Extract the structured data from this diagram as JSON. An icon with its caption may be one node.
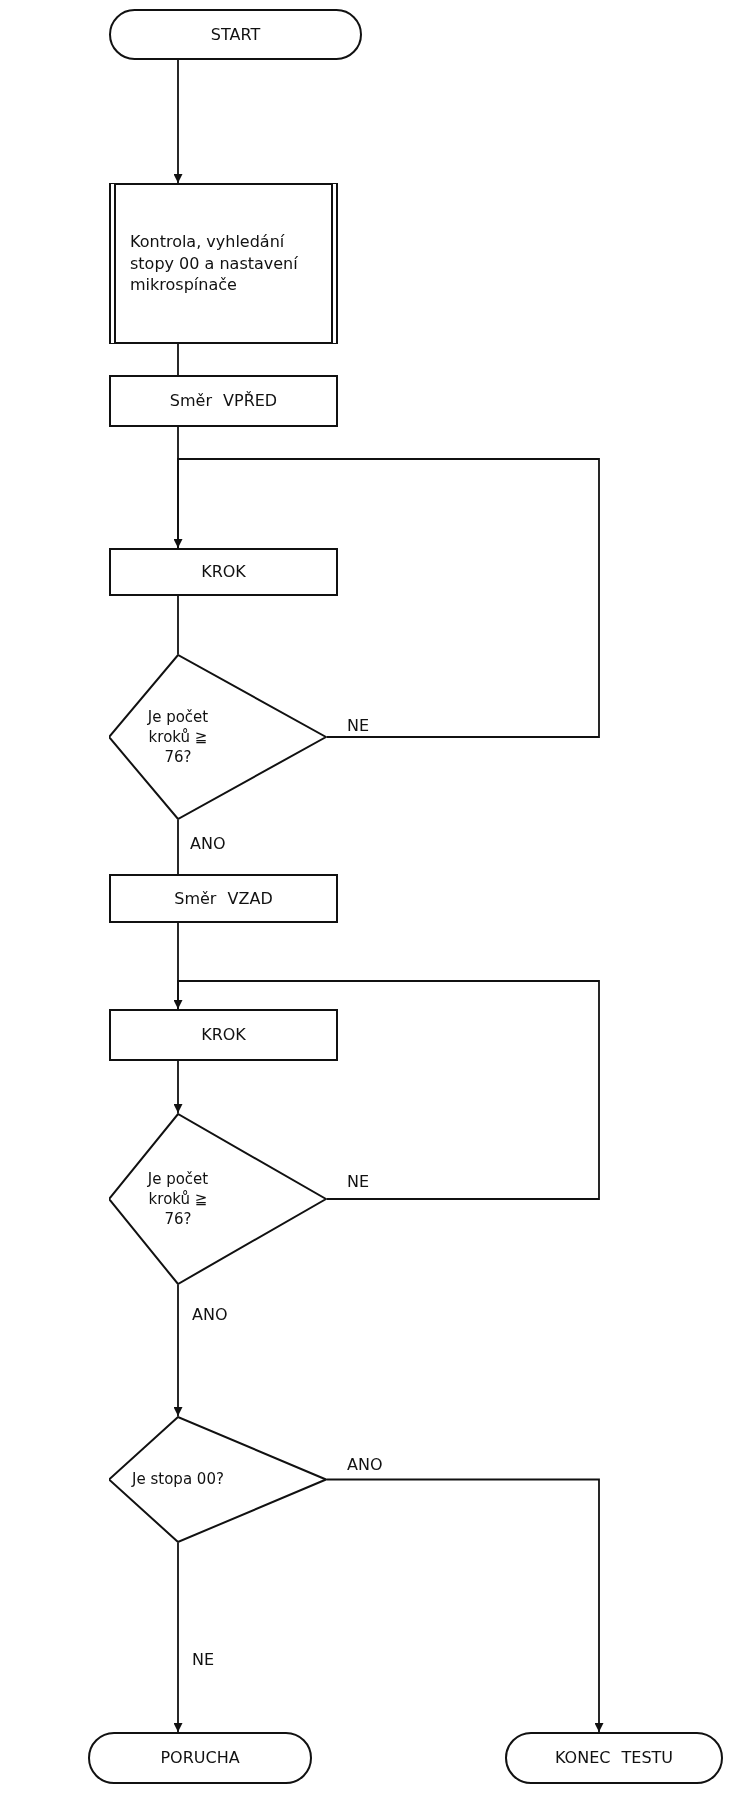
{
  "diagram": {
    "nodes": [
      {
        "text": [
          "START"
        ]
      },
      {
        "text": [
          "Kontrola, vyhledání stopy 00 a nastavení mikrospínače"
        ]
      },
      {
        "text": [
          "Směr VPŘED"
        ]
      },
      {
        "text": [
          "KROK"
        ]
      },
      {
        "text": [
          "Je počet kroků ≧ 76?"
        ]
      },
      {
        "text": [
          "Směr VZAD"
        ]
      },
      {
        "text": [
          "KROK"
        ]
      },
      {
        "text": [
          "Je počet kroků ≧ 76?"
        ]
      },
      {
        "text": [
          "Je stopa 00?"
        ]
      },
      {
        "text": [
          "PORUCHA"
        ]
      },
      {
        "text": [
          "KONEC TESTU"
        ]
      }
    ],
    "edges": [
      {
        "from": 0,
        "to": 1,
        "arrow": "to"
      },
      {
        "from": 1,
        "to": 2,
        "arrow": "none"
      },
      {
        "from": 2,
        "to": 3,
        "arrow": "none"
      },
      {
        "from": 3,
        "to": 4,
        "arrow": "none"
      },
      {
        "from": 4,
        "to": 3,
        "arrow": "to",
        "label": "NE"
      },
      {
        "from": 4,
        "to": 5,
        "arrow": "none",
        "label": "ANO"
      },
      {
        "from": 5,
        "to": 6,
        "arrow": "none"
      },
      {
        "from": 6,
        "to": 7,
        "arrow": "to"
      },
      {
        "from": 7,
        "to": 6,
        "arrow": "to",
        "label": "NE"
      },
      {
        "from": 7,
        "to": 8,
        "arrow": "to",
        "label": "ANO"
      },
      {
        "from": 8,
        "to": 9,
        "arrow": "to",
        "label": "NE"
      },
      {
        "from": 8,
        "to": 10,
        "arrow": "to",
        "label": "ANO"
      }
    ]
  }
}
